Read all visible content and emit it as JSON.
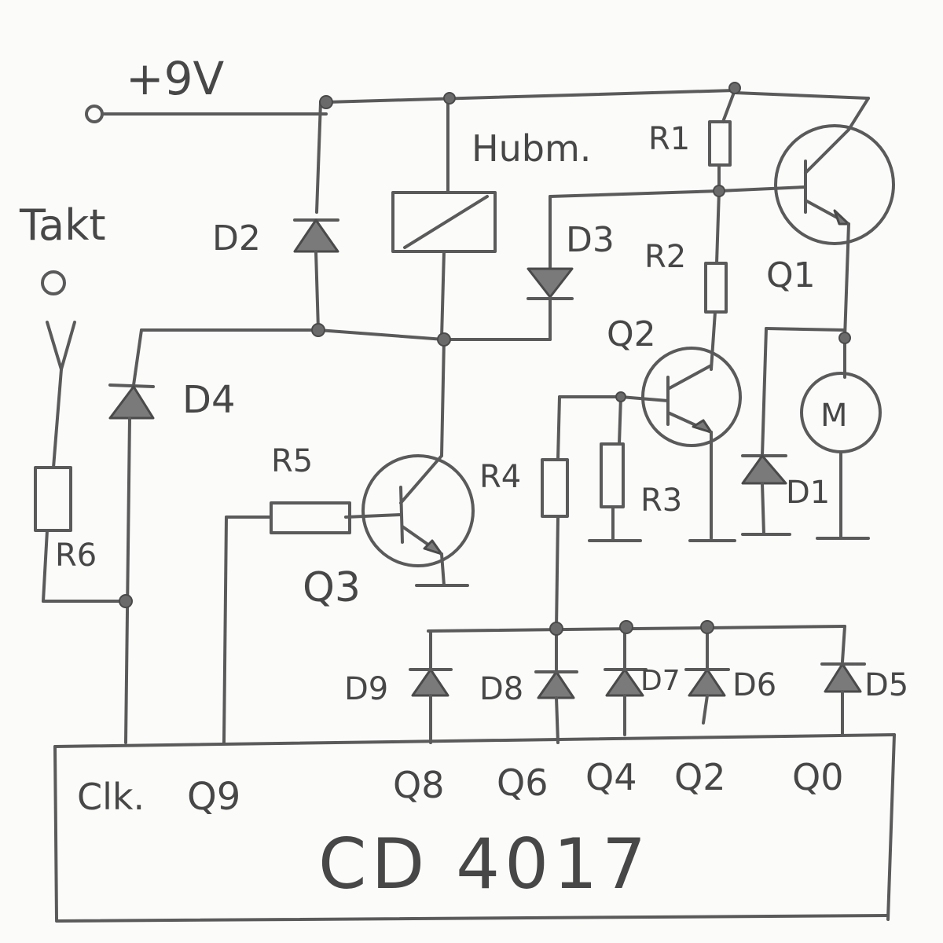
{
  "supply": "+9V",
  "clock_in": "Takt",
  "solenoid": "Hubm.",
  "motor": "M",
  "ic": {
    "name": "CD 4017",
    "pins": {
      "clk": "Clk.",
      "q9": "Q9",
      "q8": "Q8",
      "q6": "Q6",
      "q4": "Q4",
      "q2": "Q2",
      "q0": "Q0"
    }
  },
  "components": {
    "R1": "R1",
    "R2": "R2",
    "R3": "R3",
    "R4": "R4",
    "R5": "R5",
    "R6": "R6",
    "Q1": "Q1",
    "Q2": "Q2",
    "Q3": "Q3",
    "D1": "D1",
    "D2": "D2",
    "D3": "D3",
    "D4": "D4",
    "D5": "D5",
    "D6": "D6",
    "D7": "D7",
    "D8": "D8",
    "D9": "D9"
  }
}
